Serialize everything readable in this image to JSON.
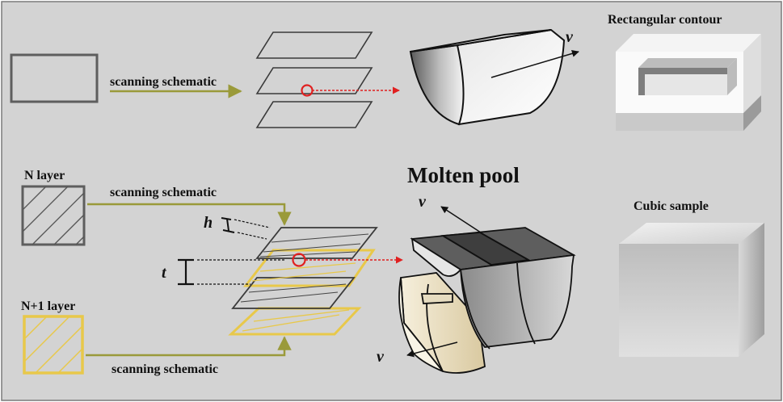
{
  "labels": {
    "scan_top": "scanning schematic",
    "scan_mid": "scanning schematic",
    "scan_bottom": "scanning schematic",
    "n_layer": "N layer",
    "n1_layer": "N+1 layer",
    "molten_pool": "Molten pool",
    "rect_contour": "Rectangular contour",
    "cubic_sample": "Cubic sample",
    "v_top": "v",
    "v_mid": "v",
    "v_bottom": "v",
    "h": "h",
    "t": "t"
  },
  "colors": {
    "background": "#d3d3d3",
    "arrow_olive": "#9a9a3a",
    "laser_red": "#e02020",
    "layer_yellow": "#e8c84a",
    "outline_dark": "#555555"
  }
}
